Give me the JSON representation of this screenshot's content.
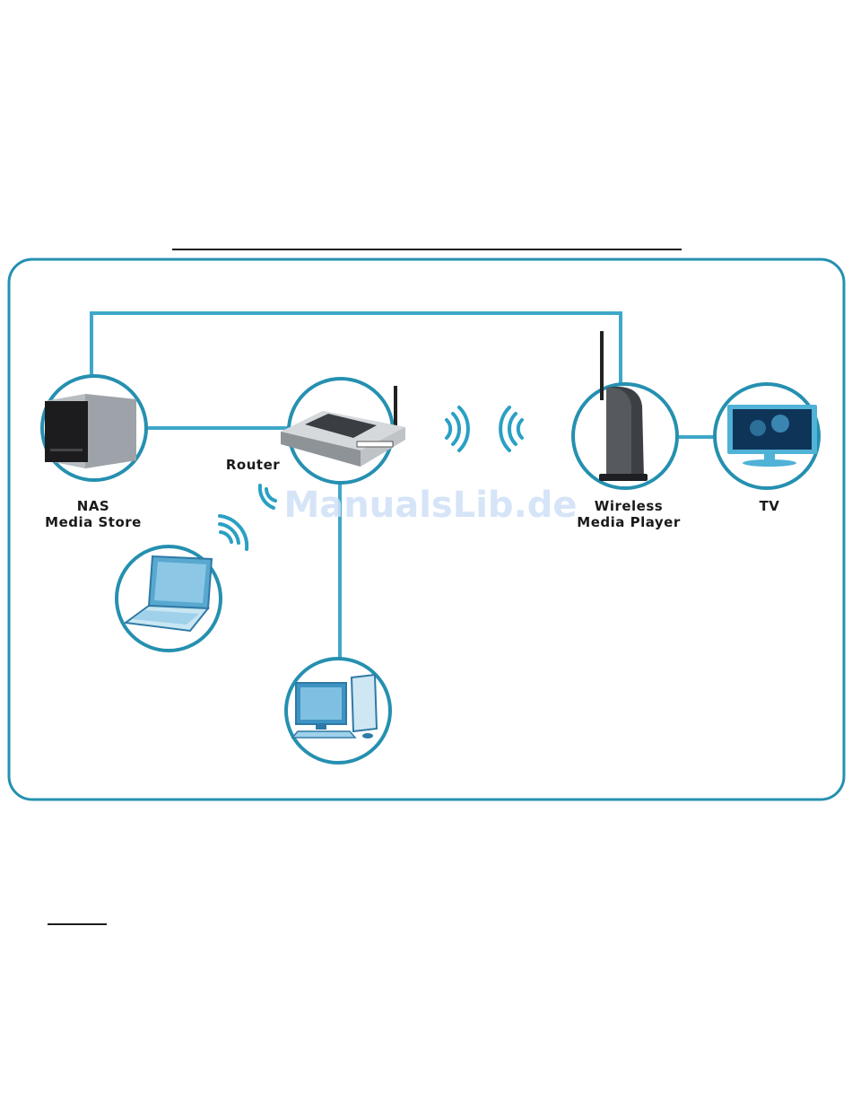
{
  "nodes": {
    "nas": {
      "label_line1": "NAS",
      "label_line2": "Media Store"
    },
    "router": {
      "label": "Router"
    },
    "player": {
      "label_line1": "Wireless",
      "label_line2": "Media Player"
    },
    "tv": {
      "label": "TV"
    }
  },
  "watermark": "ManualsLib.de",
  "colors": {
    "accent": "#2590b0",
    "link": "#3ea8c8",
    "wifi": "#2aa0c4"
  }
}
